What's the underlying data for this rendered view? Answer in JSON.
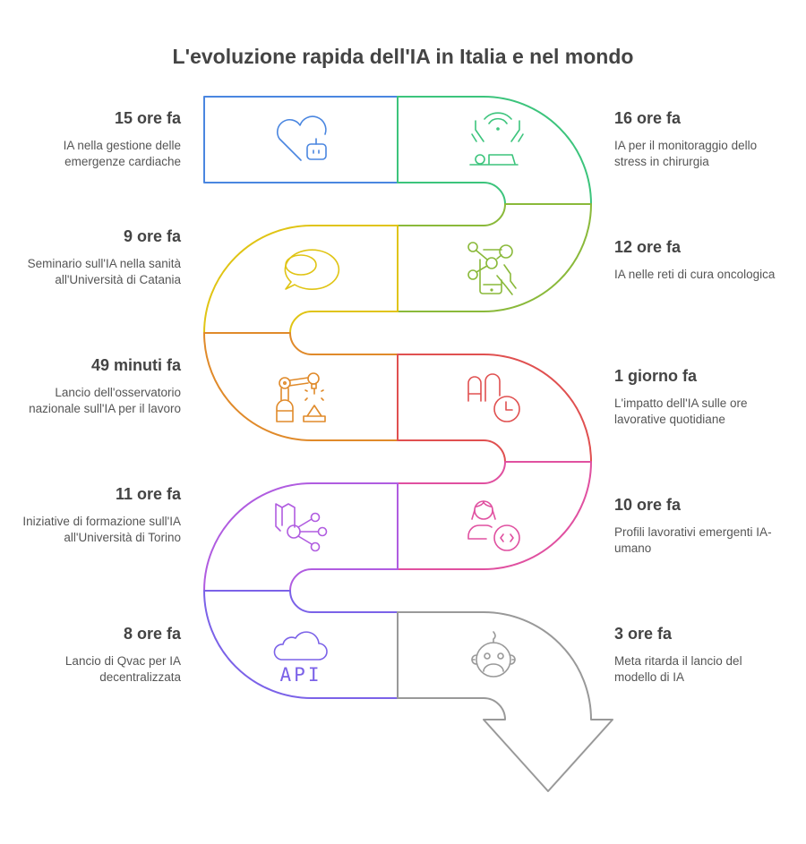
{
  "title": "L'evoluzione rapida dell'IA in Italia e nel mondo",
  "items": [
    {
      "time": "15 ore fa",
      "desc": "IA nella gestione delle emergenze cardiache",
      "color": "#4a86e0",
      "icon": "heart-robot-icon",
      "side": "left"
    },
    {
      "time": "16 ore fa",
      "desc": "IA per il monitoraggio dello stress in chirurgia",
      "color": "#3cc47c",
      "icon": "surgery-monitor-icon",
      "side": "right"
    },
    {
      "time": "12 ore fa",
      "desc": "IA nelle reti di cura oncologica",
      "color": "#8ab93a",
      "icon": "network-phone-icon",
      "side": "right"
    },
    {
      "time": "9 ore fa",
      "desc": "Seminario sull'IA nella sanità all'Università di Catania",
      "color": "#e0c414",
      "icon": "speech-bubble-icon",
      "side": "left"
    },
    {
      "time": "49 minuti fa",
      "desc": "Lancio dell'osservatorio nazionale sull'IA per il lavoro",
      "color": "#e08a2a",
      "icon": "robotic-arm-icon",
      "side": "left"
    },
    {
      "time": "1 giorno fa",
      "desc": "L'impatto dell'IA sulle ore lavorative quotidiane",
      "color": "#e05050",
      "icon": "ai-clock-icon",
      "side": "right"
    },
    {
      "time": "10 ore fa",
      "desc": "Profili lavorativi emergenti IA-umano",
      "color": "#e050a0",
      "icon": "developer-person-icon",
      "side": "right"
    },
    {
      "time": "11 ore fa",
      "desc": "Iniziative di formazione sull'IA all'Università di Torino",
      "color": "#b05ce0",
      "icon": "book-network-icon",
      "side": "left"
    },
    {
      "time": "8 ore fa",
      "desc": "Lancio di Qvac per IA decentralizzata",
      "color": "#7b62e8",
      "icon": "cloud-api-icon",
      "side": "left"
    },
    {
      "time": "3 ore fa",
      "desc": "Meta ritarda il lancio del modello di IA",
      "color": "#999999",
      "icon": "robot-head-icon",
      "side": "right"
    }
  ],
  "api_label": "API"
}
